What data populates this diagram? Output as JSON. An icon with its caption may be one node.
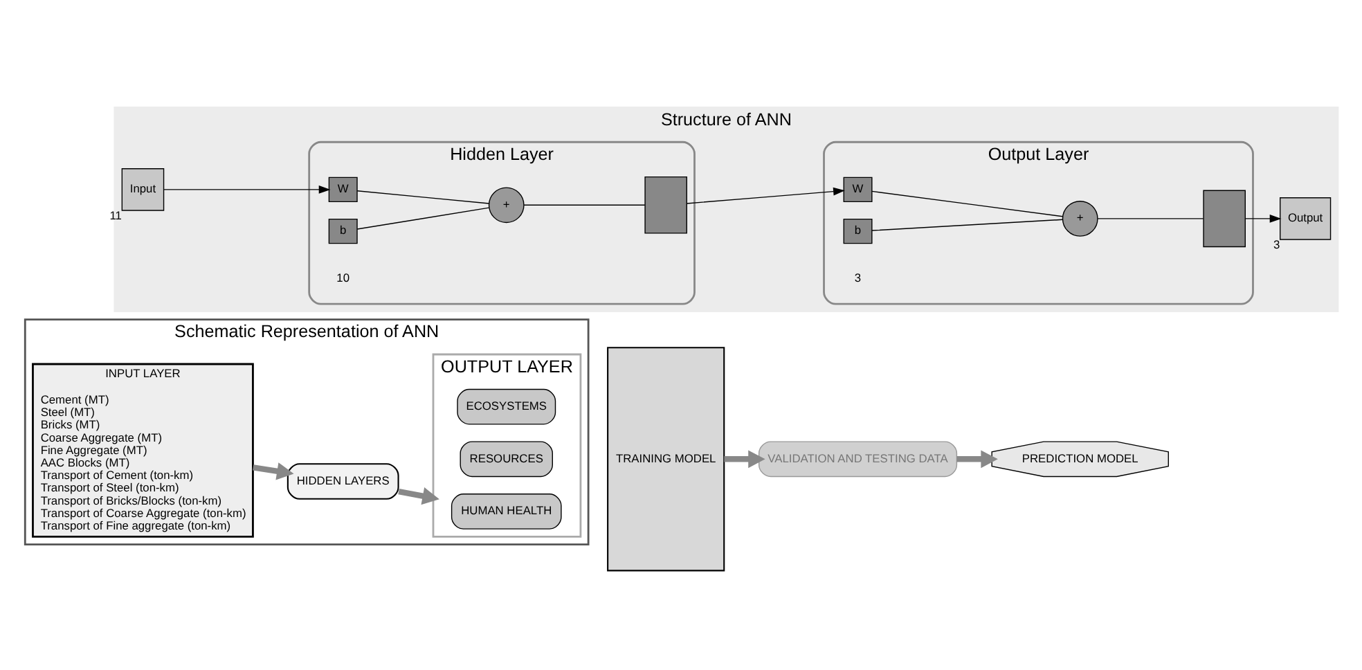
{
  "diagram": {
    "nodes": [
      {
        "text": [
          "Schematic Representation of ANN"
        ]
      },
      {
        "text": [
          "INPUT LAYER",
          "Cement (MT)",
          "Steel (MT)",
          "Bricks (MT)",
          "Coarse Aggregate (MT)",
          "Fine Aggregate (MT)",
          "AAC Blocks (MT)",
          "Transport of Cement (ton-km)",
          "Transport of Steel (ton-km)",
          "Transport of Bricks/Blocks (ton-km)",
          "Transport of Coarse Aggregate (ton-km)",
          "Transport of Fine aggregate (ton-km)"
        ],
        "in": 0
      },
      {
        "text": [
          "HIDDEN LAYERS"
        ],
        "in": 0
      },
      {
        "text": [
          "OUTPUT LAYER"
        ],
        "in": 0
      },
      {
        "text": [
          "HUMAN HEALTH"
        ],
        "in": 3
      },
      {
        "text": [
          "RESOURCES"
        ],
        "in": 3
      },
      {
        "text": [
          "ECOSYSTEMS"
        ],
        "in": 3
      },
      {
        "text": [
          "TRAINING MODEL"
        ]
      },
      {
        "text": [
          "VALIDATION AND TESTING DATA"
        ]
      },
      {
        "text": [
          "PREDICTION MODEL"
        ]
      },
      {
        "text": [
          "Structure of ANN"
        ]
      },
      {
        "text": [
          "Input"
        ],
        "beside": [
          "11"
        ],
        "in": 10
      },
      {
        "text": [
          "Hidden Layer"
        ],
        "beside": [
          "10"
        ],
        "in": 10
      },
      {
        "text": [
          "W"
        ],
        "in": 12
      },
      {
        "text": [
          "b"
        ],
        "in": 12
      },
      {
        "text": [
          "+"
        ],
        "in": 12
      },
      {
        "text": [],
        "shape": "box",
        "in": 12
      },
      {
        "text": [
          "Output Layer"
        ],
        "beside": [
          "3"
        ],
        "in": 10
      },
      {
        "text": [
          "W"
        ],
        "in": 17
      },
      {
        "text": [
          "b"
        ],
        "in": 17
      },
      {
        "text": [
          "+"
        ],
        "in": 17
      },
      {
        "text": [],
        "shape": "box",
        "in": 17
      },
      {
        "text": [
          "Output"
        ],
        "beside": [
          "3"
        ],
        "in": 10
      }
    ],
    "edges": [
      {
        "from": 1,
        "to": 2,
        "arrow": "to",
        "style": "thick",
        "color": "#888888"
      },
      {
        "from": 2,
        "to": 3,
        "arrow": "to",
        "style": "thick",
        "color": "#888888"
      },
      {
        "from": 7,
        "to": 8,
        "arrow": "to",
        "style": "thick",
        "color": "#888888"
      },
      {
        "from": 8,
        "to": 9,
        "arrow": "to",
        "style": "thick",
        "color": "#888888"
      },
      {
        "from": 11,
        "to": 13,
        "arrow": "to"
      },
      {
        "from": 13,
        "to": 15,
        "arrow": "none"
      },
      {
        "from": 14,
        "to": 15,
        "arrow": "none"
      },
      {
        "from": 15,
        "to": 16,
        "arrow": "none"
      },
      {
        "from": 16,
        "to": 18,
        "arrow": "to"
      },
      {
        "from": 18,
        "to": 20,
        "arrow": "none"
      },
      {
        "from": 19,
        "to": 20,
        "arrow": "none"
      },
      {
        "from": 20,
        "to": 21,
        "arrow": "none"
      },
      {
        "from": 21,
        "to": 22,
        "arrow": "to"
      }
    ]
  }
}
